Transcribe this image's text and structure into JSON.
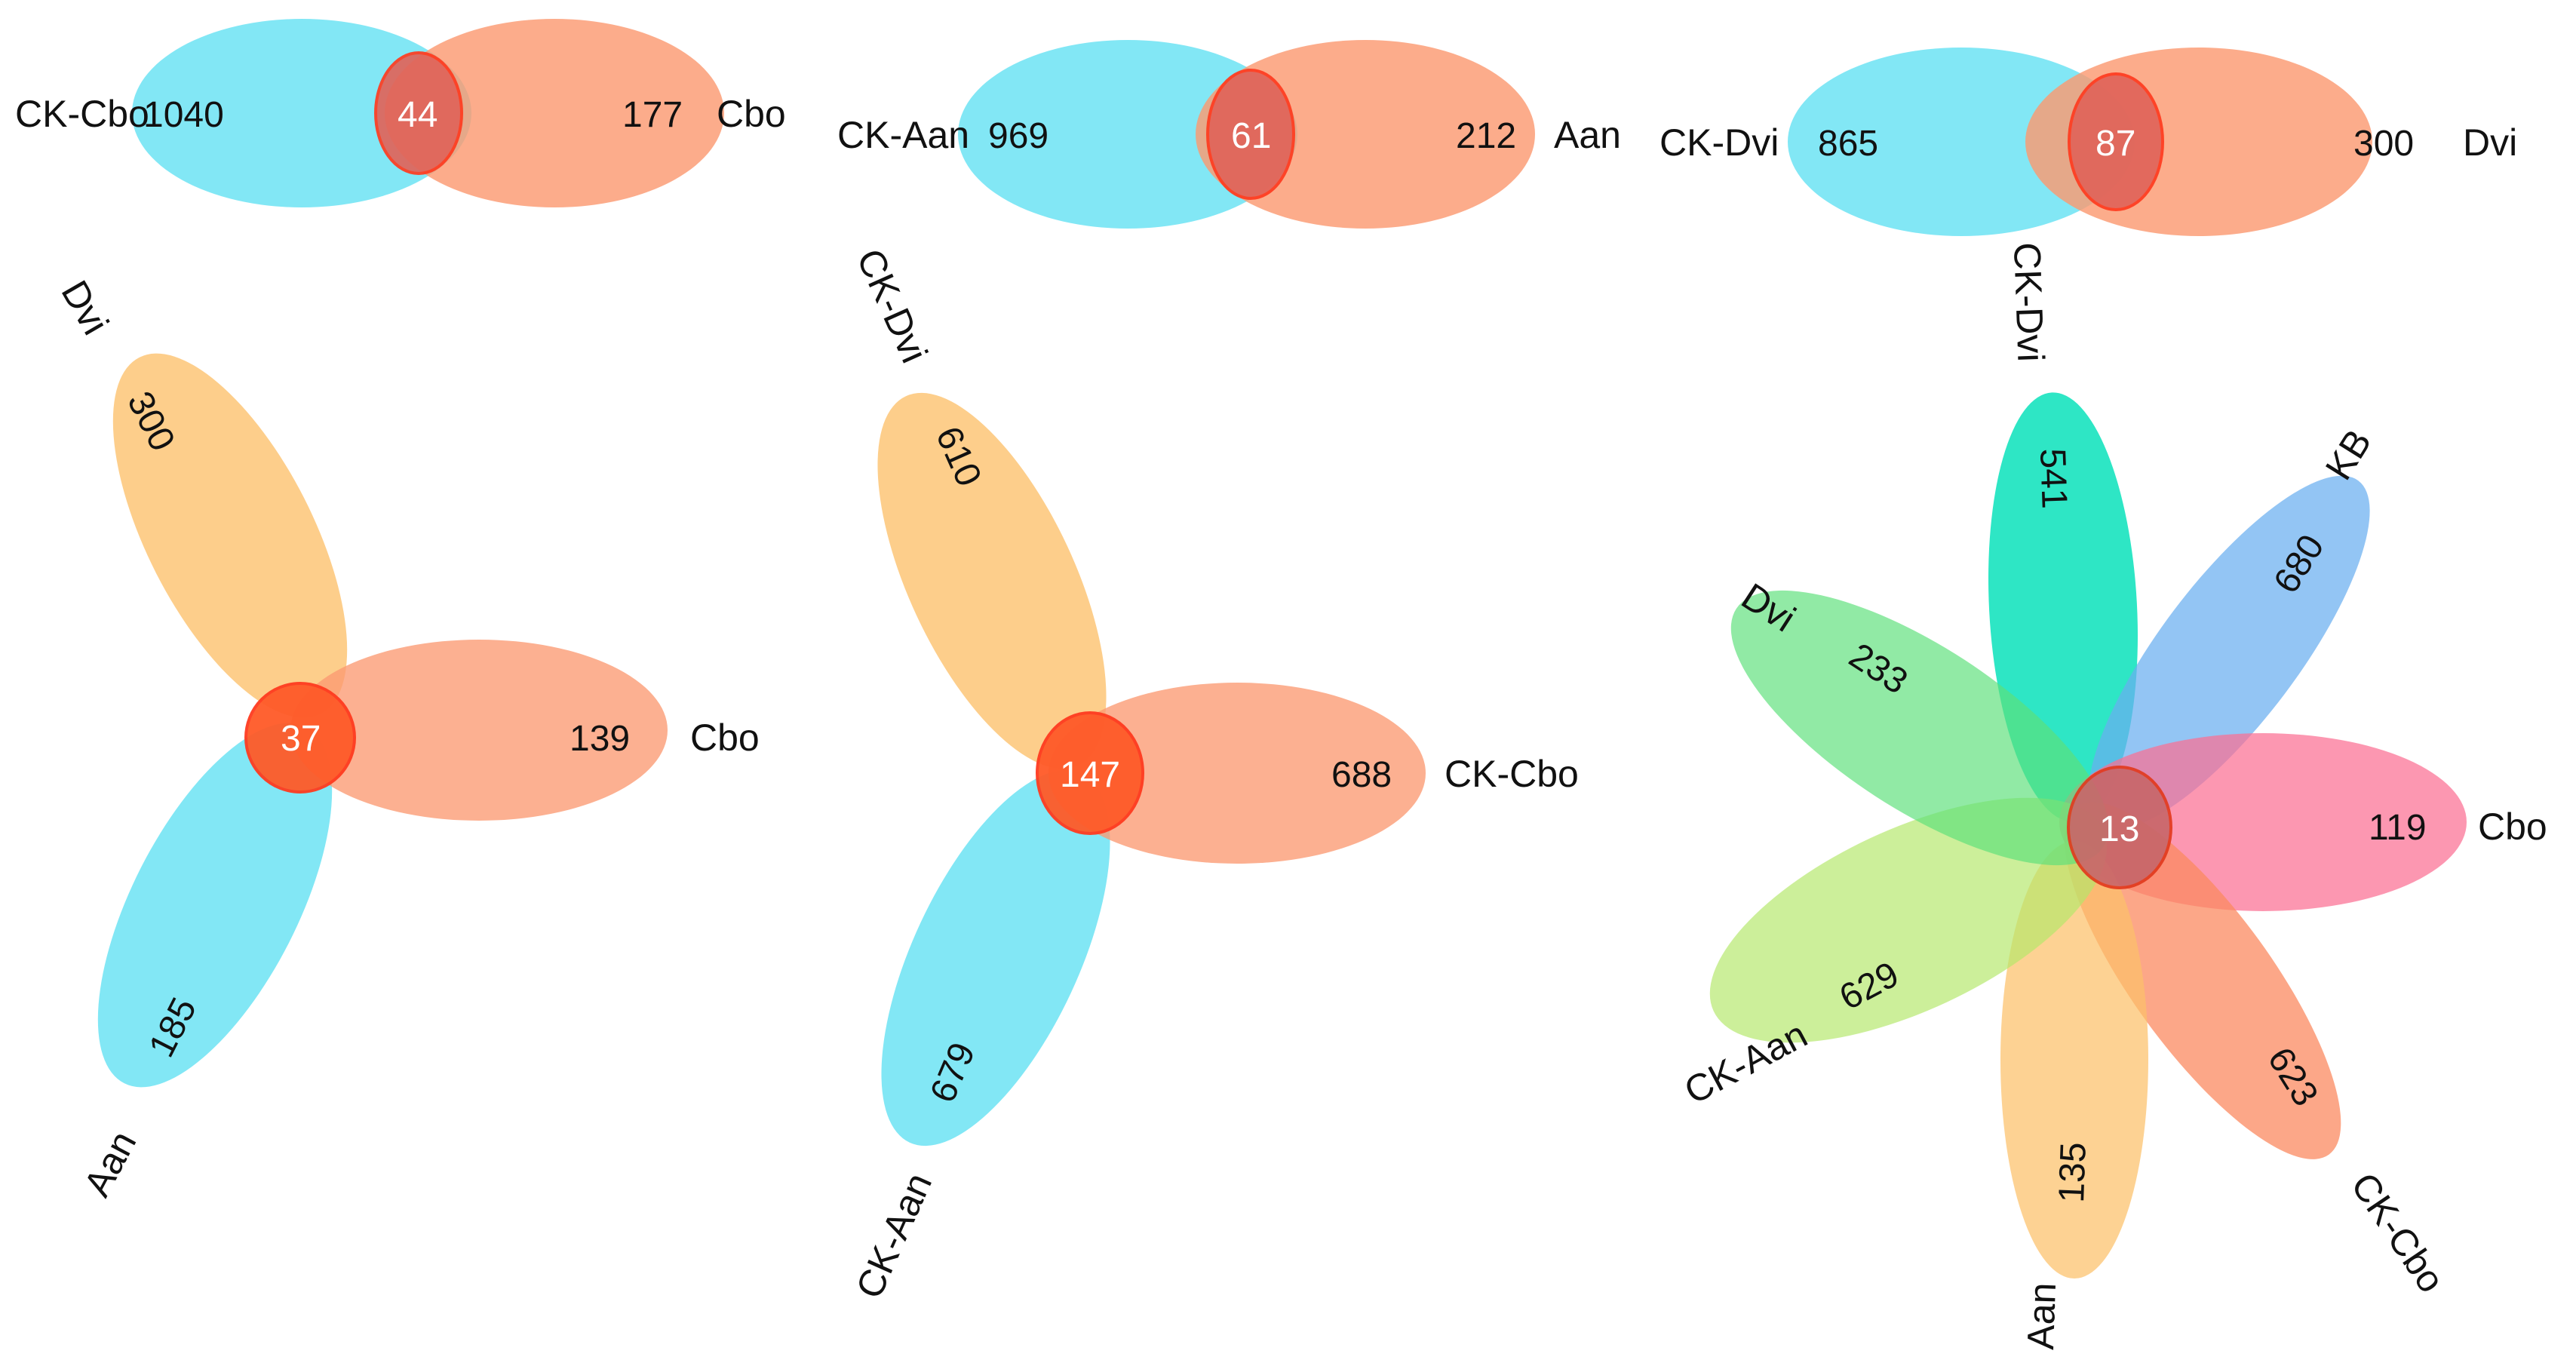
{
  "colors": {
    "cyan": "#5fe0f2",
    "salmon": "#fb9a72",
    "orange_light": "#fcc06a",
    "center_fill": "#ff5a28",
    "center_fill_small": "#e0645a",
    "center_stroke": "#ff3b1f",
    "teal": "#00e0b8",
    "blue": "#6aaef0",
    "pink": "#fb6f93",
    "green": "#5de07a",
    "lime": "#b4e86a",
    "peach": "#fb8a60"
  },
  "venns": [
    {
      "id": "ck-cbo-vs-cbo",
      "type": "two-set",
      "sets": [
        {
          "name": "CK-Cbo",
          "unique": "1040",
          "color": "cyan"
        },
        {
          "name": "Cbo",
          "unique": "177",
          "color": "salmon"
        }
      ],
      "shared": "44"
    },
    {
      "id": "ck-aan-vs-aan",
      "type": "two-set",
      "sets": [
        {
          "name": "CK-Aan",
          "unique": "969",
          "color": "cyan"
        },
        {
          "name": "Aan",
          "unique": "212",
          "color": "salmon"
        }
      ],
      "shared": "61"
    },
    {
      "id": "ck-dvi-vs-dvi",
      "type": "two-set",
      "sets": [
        {
          "name": "CK-Dvi",
          "unique": "865",
          "color": "cyan"
        },
        {
          "name": "Dvi",
          "unique": "300",
          "color": "salmon"
        }
      ],
      "shared": "87"
    },
    {
      "id": "treatments",
      "type": "three-petal",
      "sets": [
        {
          "name": "Dvi",
          "unique": "300",
          "color": "orange_light"
        },
        {
          "name": "Cbo",
          "unique": "139",
          "color": "salmon"
        },
        {
          "name": "Aan",
          "unique": "185",
          "color": "cyan"
        }
      ],
      "shared": "37"
    },
    {
      "id": "controls",
      "type": "three-petal",
      "sets": [
        {
          "name": "CK-Dvi",
          "unique": "610",
          "color": "orange_light"
        },
        {
          "name": "CK-Cbo",
          "unique": "688",
          "color": "salmon"
        },
        {
          "name": "CK-Aan",
          "unique": "679",
          "color": "cyan"
        }
      ],
      "shared": "147"
    },
    {
      "id": "all-seven",
      "type": "seven-petal",
      "sets": [
        {
          "name": "CK-Dvi",
          "unique": "541",
          "color": "teal"
        },
        {
          "name": "KB",
          "unique": "680",
          "color": "blue"
        },
        {
          "name": "Cbo",
          "unique": "119",
          "color": "pink"
        },
        {
          "name": "CK-Cbo",
          "unique": "623",
          "color": "peach"
        },
        {
          "name": "Aan",
          "unique": "135",
          "color": "orange_light"
        },
        {
          "name": "CK-Aan",
          "unique": "629",
          "color": "lime"
        },
        {
          "name": "Dvi",
          "unique": "233",
          "color": "green"
        }
      ],
      "shared": "13"
    }
  ]
}
